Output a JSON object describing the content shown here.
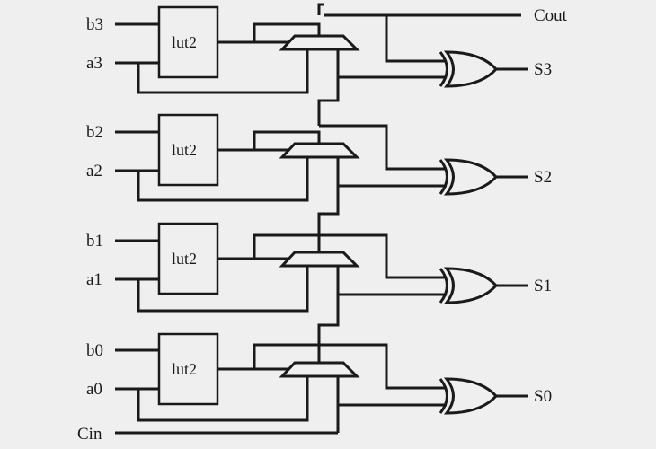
{
  "stages": [
    {
      "a": "a3",
      "b": "b3",
      "lut": "lut2",
      "sum": "S3"
    },
    {
      "a": "a2",
      "b": "b2",
      "lut": "lut2",
      "sum": "S2"
    },
    {
      "a": "a1",
      "b": "b1",
      "lut": "lut2",
      "sum": "S1"
    },
    {
      "a": "a0",
      "b": "b0",
      "lut": "lut2",
      "sum": "S0"
    }
  ],
  "carry_out": "Cout",
  "carry_in": "Cin"
}
